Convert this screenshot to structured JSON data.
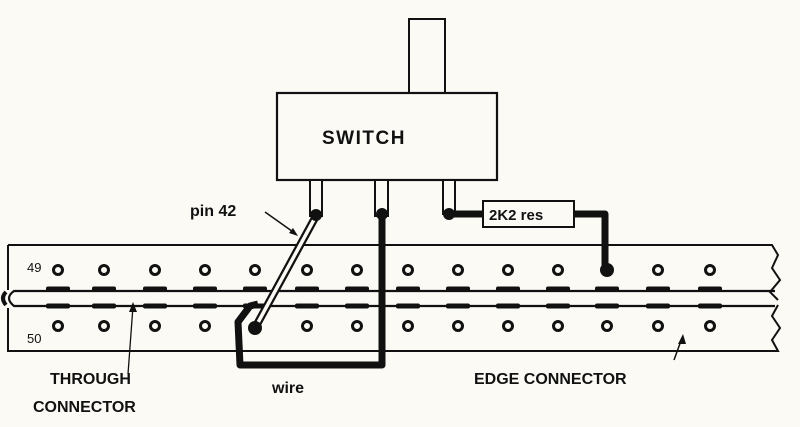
{
  "diagram": {
    "switch_label": "SWITCH",
    "pin_label": "pin 42",
    "resistor_label": "2K2 res",
    "row_top_label": "49",
    "row_bottom_label": "50",
    "through_connector_label_line1": "THROUGH",
    "through_connector_label_line2": "CONNECTOR",
    "wire_label": "wire",
    "edge_connector_label": "EDGE CONNECTOR",
    "hole_count_per_row": 14,
    "filled_top_hole_index": 11,
    "filled_bottom_hole_index": 4
  },
  "colors": {
    "ink": "#111111",
    "paper": "#fbfaf5"
  }
}
